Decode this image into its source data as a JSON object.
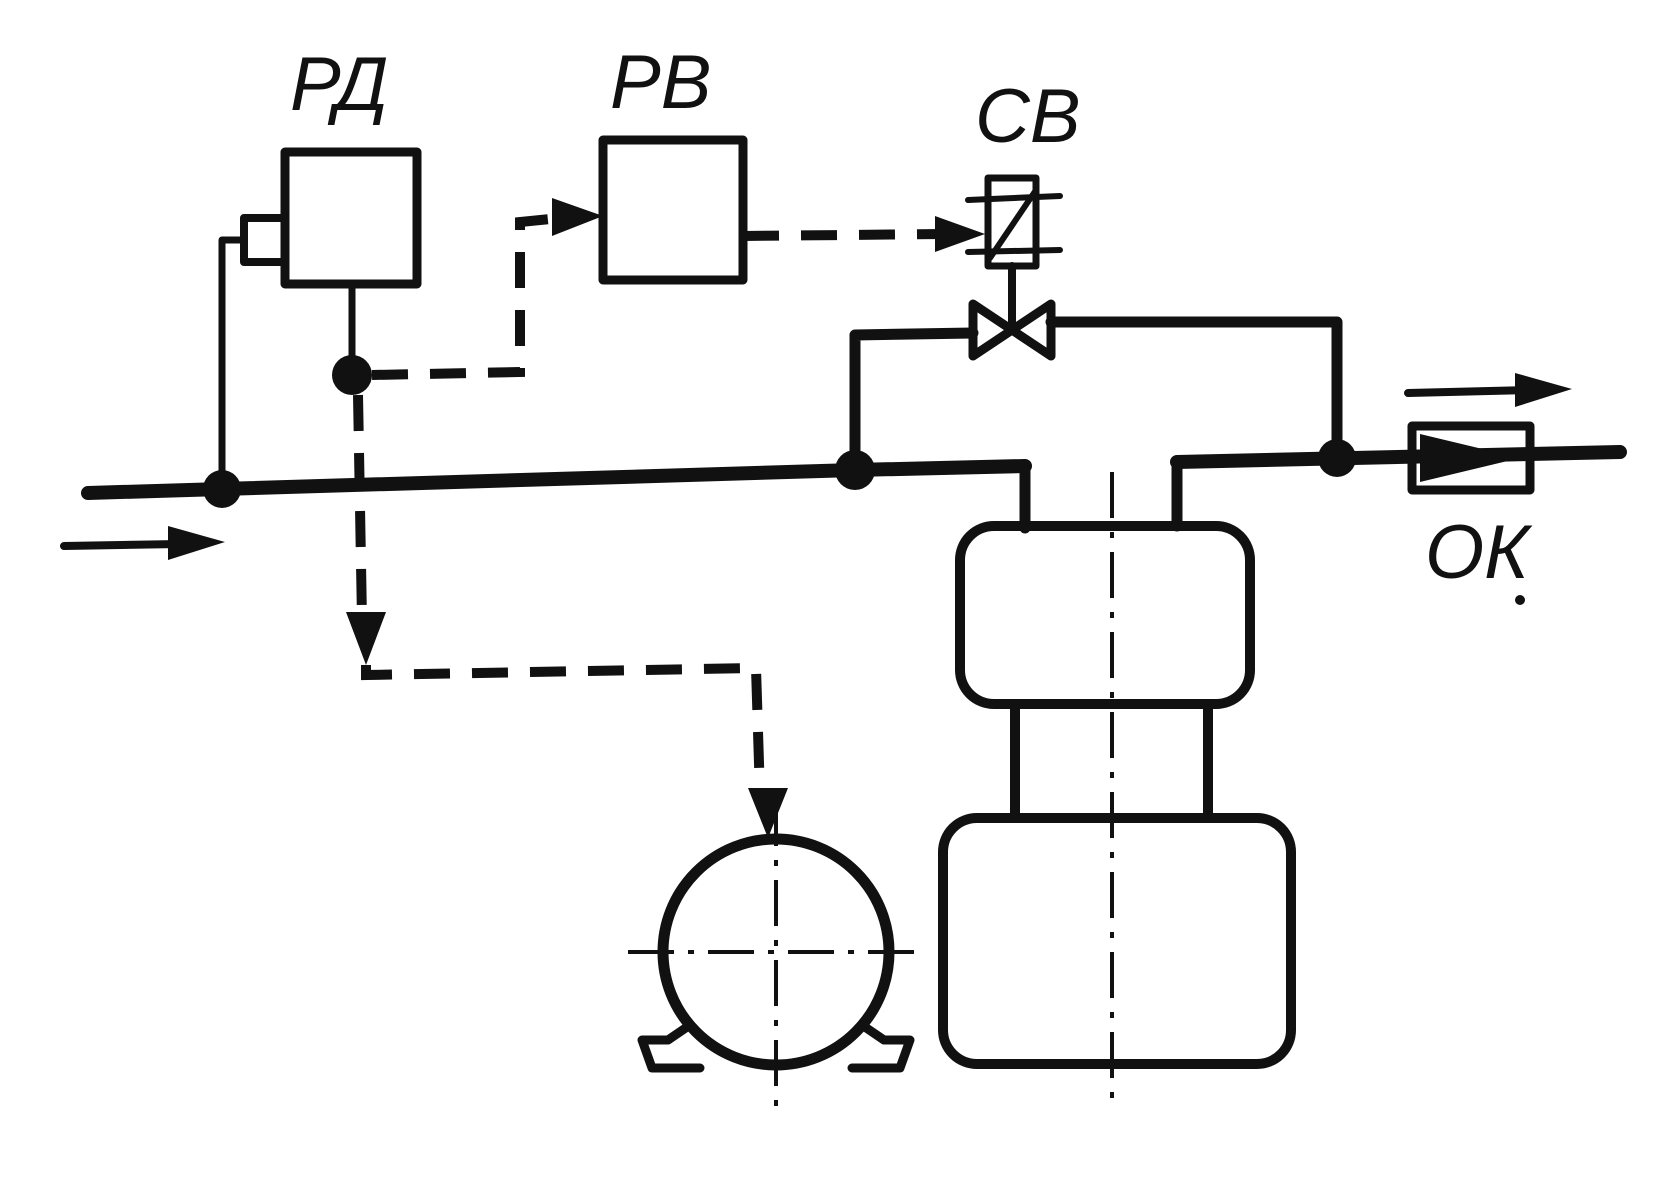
{
  "labels": {
    "pressure_relay": "РД",
    "time_relay": "РВ",
    "solenoid_valve": "СВ",
    "check_valve": "ОК"
  },
  "colors": {
    "ink": "#111111",
    "paper": "#ffffff"
  }
}
